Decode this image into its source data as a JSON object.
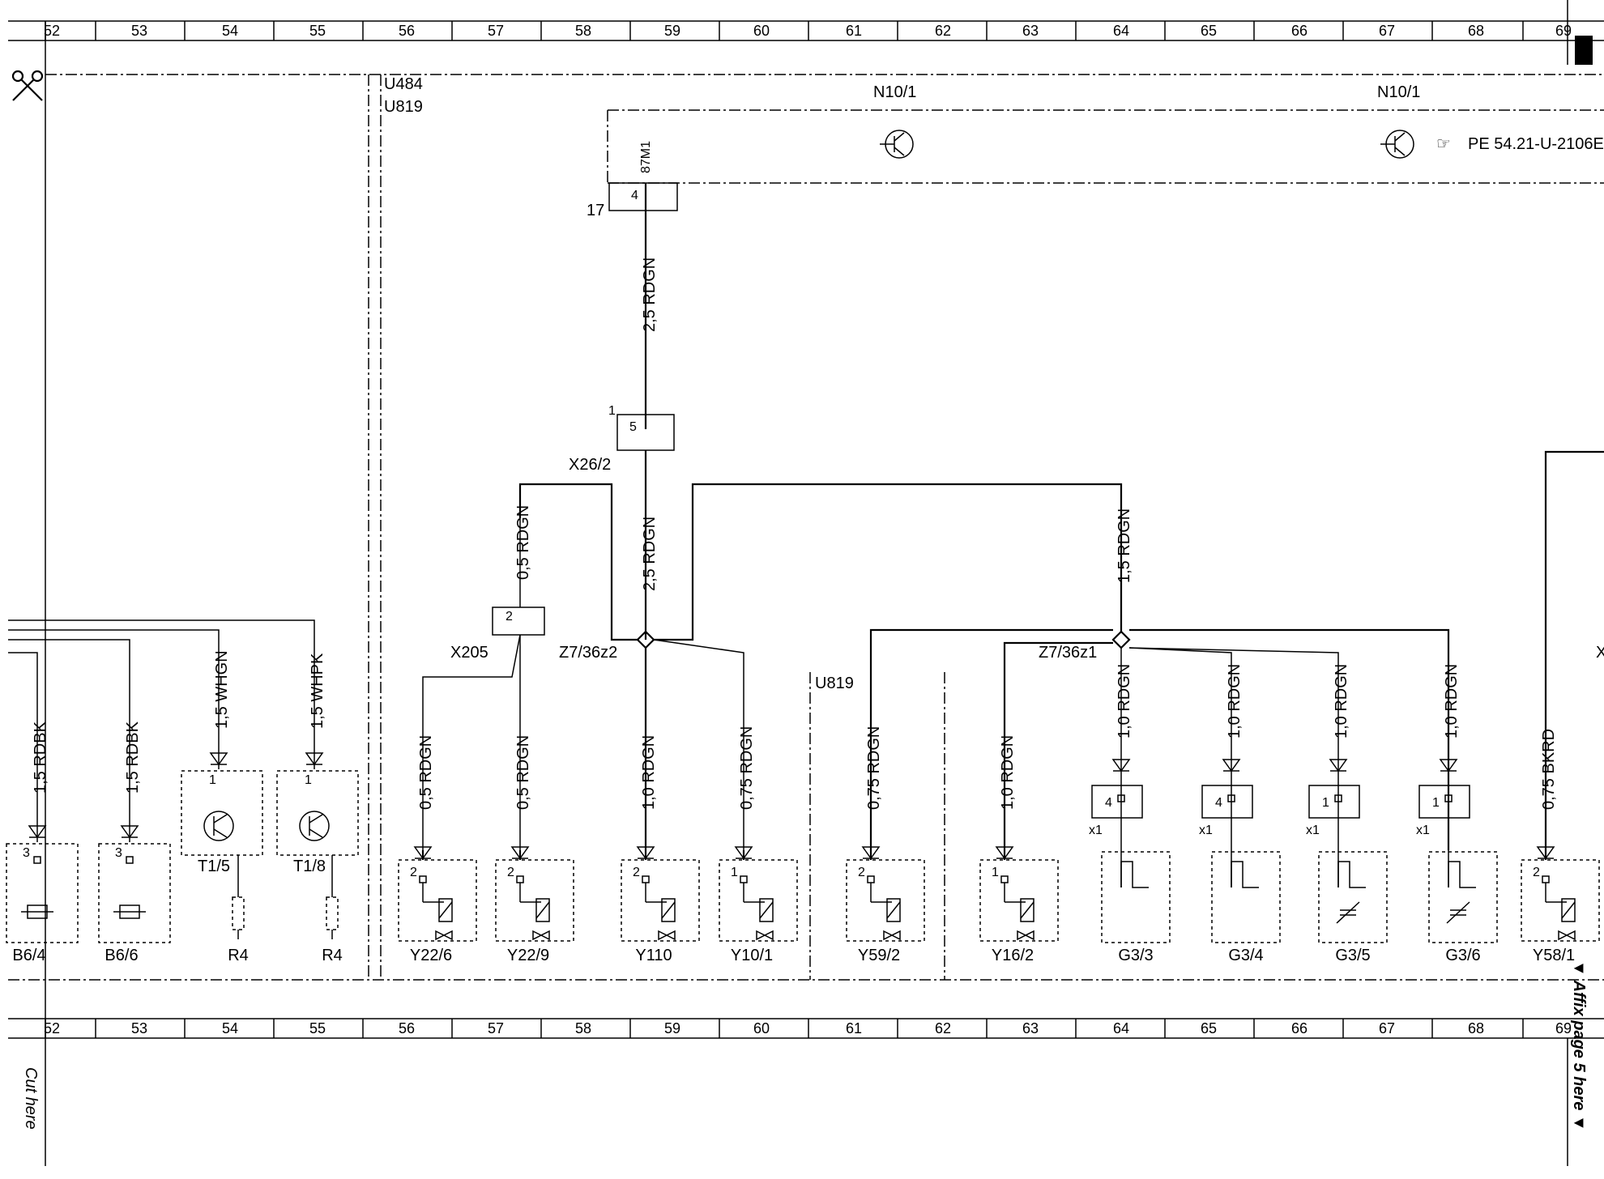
{
  "ruler": {
    "numbers": [
      "52",
      "53",
      "54",
      "55",
      "56",
      "57",
      "58",
      "59",
      "60",
      "61",
      "62",
      "63",
      "64",
      "65",
      "66",
      "67",
      "68",
      "69"
    ]
  },
  "cut_note": "Cut here",
  "affix_note": "▼ Affix page 5 here ▼",
  "areas": {
    "u484": "U484",
    "u819_top": "U819",
    "u819_mid": "U819"
  },
  "modules": {
    "n10_1_a": "N10/1",
    "n10_1_b": "N10/1",
    "reference": "PE 54.21-U-2106E"
  },
  "connectors": {
    "pin87m1": "87M1",
    "n10_pin": "4",
    "n10_num": "17",
    "x26_2": "X26/2",
    "x26_num": "1",
    "x26_pin": "5",
    "x205": "X205",
    "x205_pin": "2",
    "z7_36z2": "Z7/36z2",
    "z7_36z1": "Z7/36z1",
    "x_right": "X"
  },
  "wires": {
    "w_top": "2,5 RDGN",
    "w_mid": "2,5 RDGN",
    "w_x205_up": "0,5 RDGN",
    "w_z1_up": "1,5 RDGN",
    "w_b64": "1,5 RDBK",
    "w_b66": "1,5 RDBK",
    "w_t15": "1,5 WHGN",
    "w_t18": "1,5 WHPK",
    "w_y226": "0,5 RDGN",
    "w_y229": "0,5 RDGN",
    "w_y110": "1,0 RDGN",
    "w_y101": "0,75 RDGN",
    "w_y592": "0,75 RDGN",
    "w_y162": "1,0 RDGN",
    "w_g33": "1,0 RDGN",
    "w_g34": "1,0 RDGN",
    "w_g35": "1,0 RDGN",
    "w_g36": "1,0 RDGN",
    "w_y581": "0,75 BKRD"
  },
  "components": [
    {
      "id": "b64",
      "label": "B6/4",
      "pin": "3"
    },
    {
      "id": "b66",
      "label": "B6/6",
      "pin": "3"
    },
    {
      "id": "t15",
      "label": "T1/5",
      "pin": "1"
    },
    {
      "id": "t18",
      "label": "T1/8",
      "pin": "1"
    },
    {
      "id": "r4a",
      "label": "R4"
    },
    {
      "id": "r4b",
      "label": "R4"
    },
    {
      "id": "y226",
      "label": "Y22/6",
      "pin": "2"
    },
    {
      "id": "y229",
      "label": "Y22/9",
      "pin": "2"
    },
    {
      "id": "y110",
      "label": "Y110",
      "pin": "2"
    },
    {
      "id": "y101",
      "label": "Y10/1",
      "pin": "1"
    },
    {
      "id": "y592",
      "label": "Y59/2",
      "pin": "2"
    },
    {
      "id": "y162",
      "label": "Y16/2",
      "pin": "1"
    },
    {
      "id": "g33",
      "label": "G3/3",
      "pin": "4",
      "x": "x1"
    },
    {
      "id": "g34",
      "label": "G3/4",
      "pin": "4",
      "x": "x1"
    },
    {
      "id": "g35",
      "label": "G3/5",
      "pin": "1",
      "x": "x1"
    },
    {
      "id": "g36",
      "label": "G3/6",
      "pin": "1",
      "x": "x1"
    },
    {
      "id": "y581",
      "label": "Y58/1",
      "pin": "2"
    }
  ]
}
